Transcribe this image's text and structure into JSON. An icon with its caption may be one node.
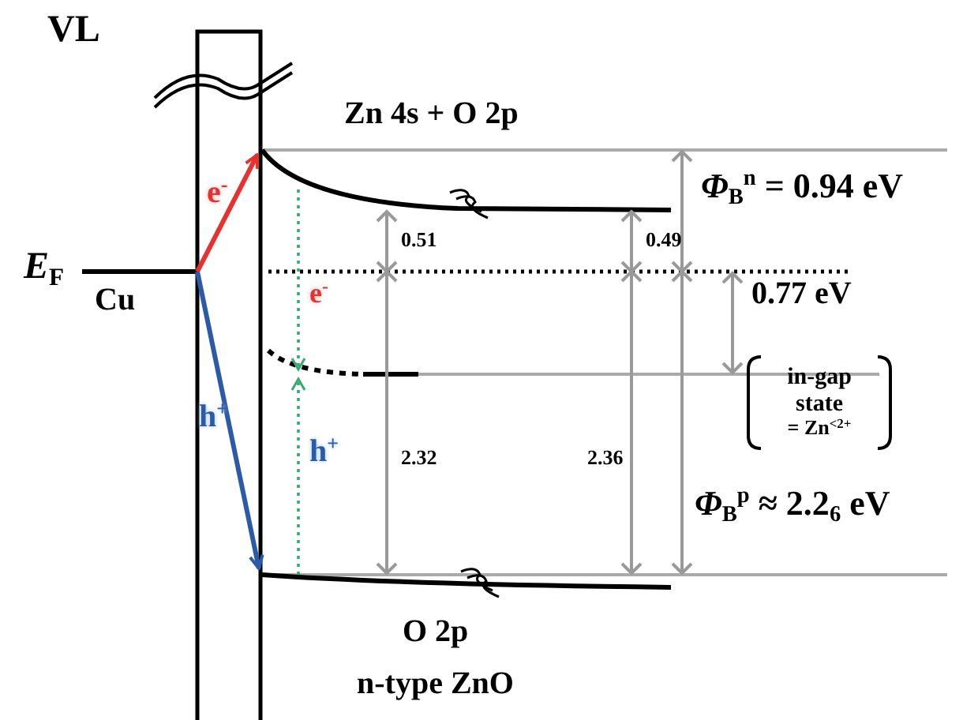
{
  "diagram": {
    "nodes": [
      {
        "text": [
          "in-gap state",
          "= Zn$^{<2+}$"
        ]
      }
    ],
    "labels": [
      "VL",
      "Zn 4s + O 2p",
      "e$^{-}$",
      "*E*$_{F}$",
      "Cu",
      "0.51",
      "0.49",
      "*Φ*$_{B}$$^{n}$ = 0.94 eV",
      "e$^{-}$",
      "0.77 eV",
      "h$^{+}$",
      "h$^{+}$",
      "2.32",
      "2.36",
      "*Φ*$_{B}$$^{p}$ ≈ 2.2$_{6}$ eV",
      "O 2p",
      "n-type ZnO"
    ]
  }
}
